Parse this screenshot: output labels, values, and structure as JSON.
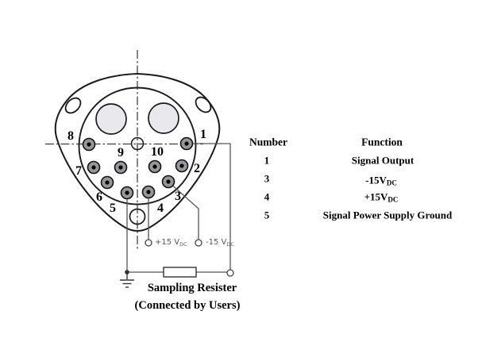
{
  "diagram": {
    "pin_labels": [
      "1",
      "2",
      "3",
      "4",
      "5",
      "6",
      "7",
      "8",
      "9",
      "10"
    ],
    "terminals": {
      "plus": {
        "text": "+15 V",
        "sub": "DC"
      },
      "minus": {
        "text": "-15 V",
        "sub": "DC"
      }
    },
    "annotations": {
      "resistor_line1": "Sampling Resister",
      "resistor_line2": "(Connected by Users)"
    }
  },
  "table": {
    "headers": {
      "number": "Number",
      "function": "Function"
    },
    "rows": [
      {
        "number": "1",
        "function": "Signal Output",
        "function_sub": ""
      },
      {
        "number": "3",
        "function": "-15V",
        "function_sub": "DC"
      },
      {
        "number": "4",
        "function": "+15V",
        "function_sub": "DC"
      },
      {
        "number": "5",
        "function": "Signal Power Supply Ground",
        "function_sub": ""
      }
    ]
  },
  "colors": {
    "line": "#1a1a1a",
    "wire": "#555555",
    "pin_fill": "#97979b",
    "window_fill": "#e9e9ed"
  }
}
